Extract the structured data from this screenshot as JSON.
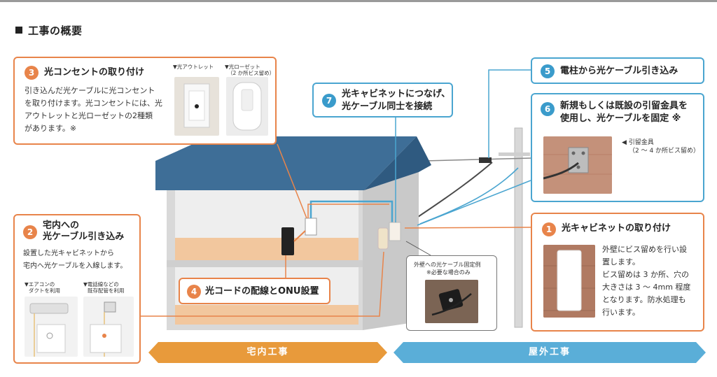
{
  "page": {
    "title": "工事の概要"
  },
  "steps": {
    "s3": {
      "num": "3",
      "title": "光コンセントの取り付け",
      "lines": [
        "引き込んだ光ケーブルに光コンセント",
        "を取り付けます。光コンセントには、光",
        "アウトレットと光ローゼットの2種類",
        "があります。※"
      ],
      "photo1_label": "▼光アウトレット",
      "photo2_label_1": "▼光ローゼット",
      "photo2_label_2": "（2 か所ビス留め）"
    },
    "s7": {
      "num": "7",
      "title_1": "光キャビネットにつなげ、",
      "title_2": "光ケーブル同士を接続"
    },
    "s5": {
      "num": "5",
      "title": "電柱から光ケーブル引き込み"
    },
    "s6": {
      "num": "6",
      "title_1": "新規もしくは既設の引留金具を",
      "title_2": "使用し、光ケーブルを固定 ※",
      "caption_1": "◀ 引留金具",
      "caption_2": "（2 ～ 4 か所ビス留め）"
    },
    "s2": {
      "num": "2",
      "title_1": "宅内への",
      "title_2": "光ケーブル引き込み",
      "lines": [
        "設置した光キャビネットから",
        "宅内へ光ケーブルを入線します。"
      ],
      "photo1_label_1": "▼エアコンの",
      "photo1_label_2": "ダクトを利用",
      "photo2_label_1": "▼電話線などの",
      "photo2_label_2": "既存配管を利用"
    },
    "s4": {
      "num": "4",
      "title": "光コードの配線とONU設置"
    },
    "s1": {
      "num": "1",
      "title": "光キャビネットの取り付け",
      "lines": [
        "外壁にビス留めを行い設",
        "置します。",
        "ビス留めは 3 か所、穴の",
        "大きさは 3 ～ 4mm 程度",
        "となります。防水処理も",
        "行います。"
      ]
    },
    "wall_note": {
      "line1": "外壁への光ケーブル固定例",
      "line2": "※必要な場合のみ"
    }
  },
  "banners": {
    "inhouse": "宅内工事",
    "outside": "屋外工事"
  },
  "colors": {
    "orange": "#e8844a",
    "blue": "#4aa5d0",
    "roof": "#3e6e97"
  }
}
